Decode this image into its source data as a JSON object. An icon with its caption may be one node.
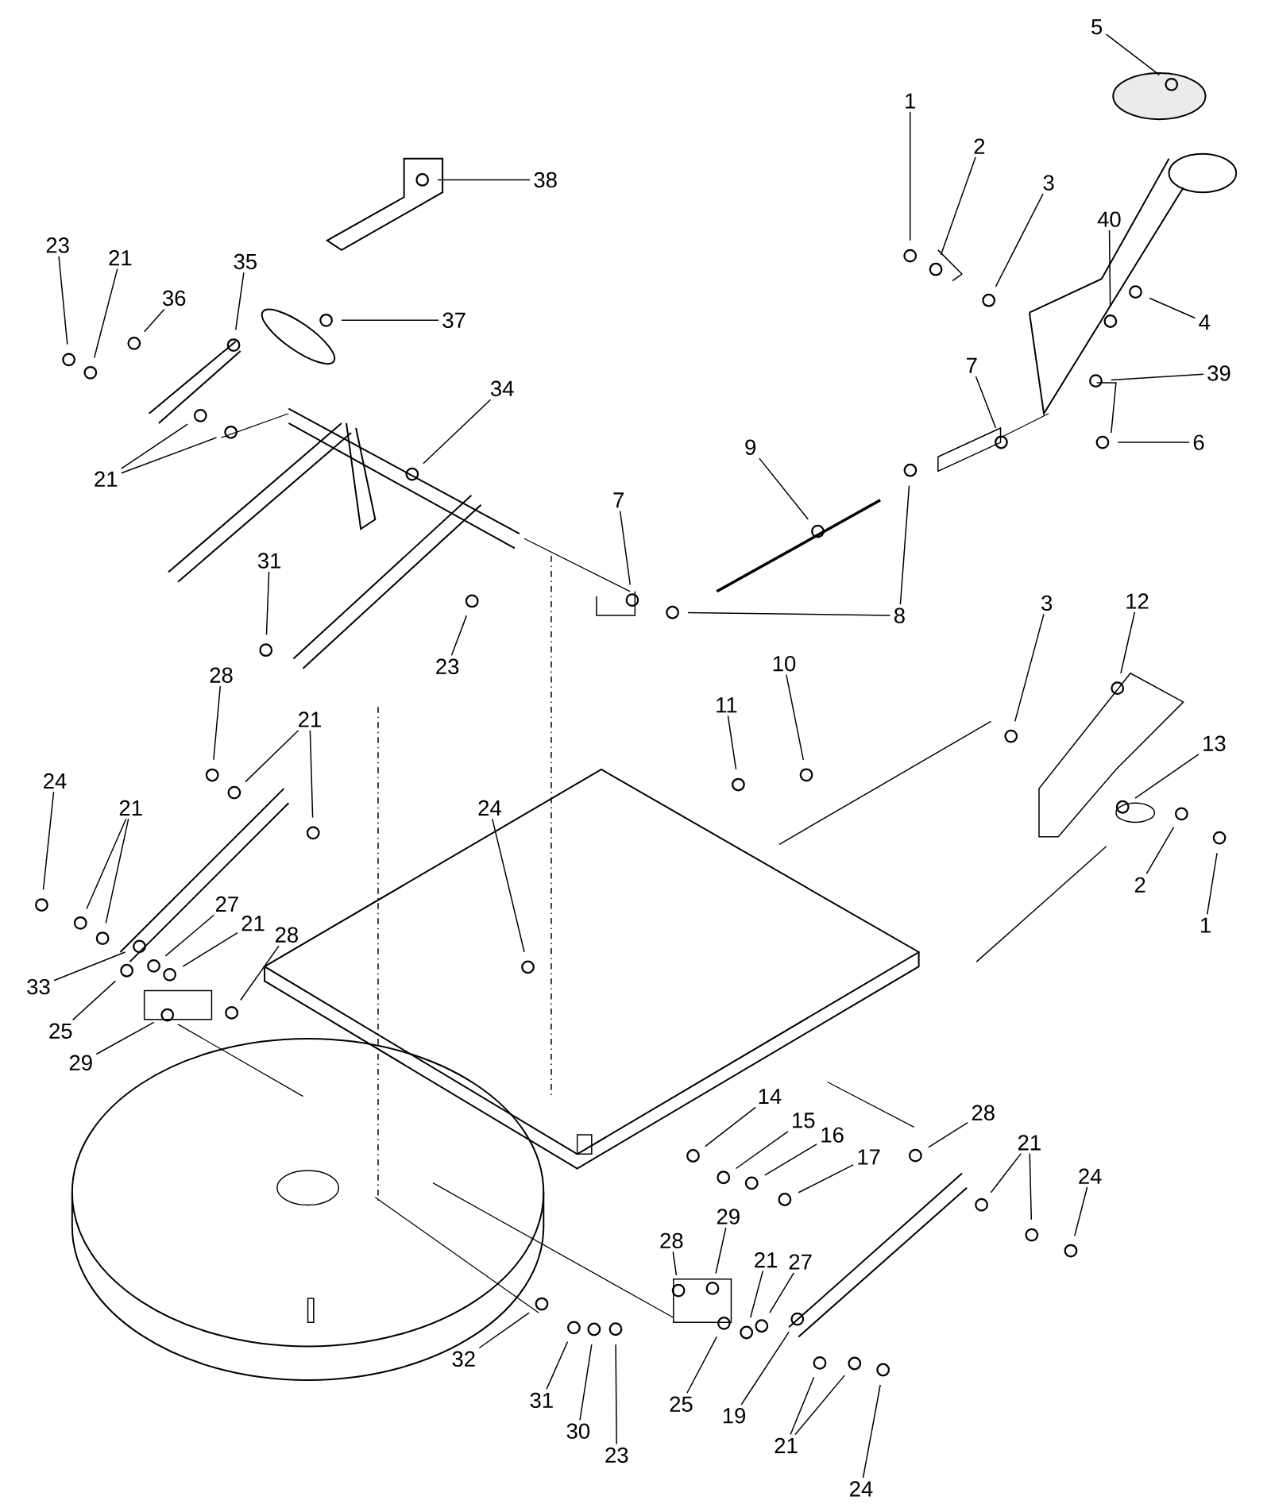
{
  "diagram": {
    "nodes": [
      {
        "text": [
          "5"
        ]
      },
      {
        "text": [
          "1"
        ]
      },
      {
        "text": [
          "38"
        ]
      },
      {
        "text": [
          "2"
        ]
      },
      {
        "text": [
          "3"
        ]
      },
      {
        "text": [
          "40"
        ]
      },
      {
        "text": [
          "23"
        ]
      },
      {
        "text": [
          "21"
        ]
      },
      {
        "text": [
          "35"
        ]
      },
      {
        "text": [
          "36"
        ]
      },
      {
        "text": [
          "37"
        ]
      },
      {
        "text": [
          "4"
        ]
      },
      {
        "text": [
          "39"
        ]
      },
      {
        "text": [
          "34"
        ]
      },
      {
        "text": [
          "7"
        ]
      },
      {
        "text": [
          "6"
        ]
      },
      {
        "text": [
          "9"
        ]
      },
      {
        "text": [
          "21"
        ]
      },
      {
        "text": [
          "31"
        ]
      },
      {
        "text": [
          "7"
        ]
      },
      {
        "text": [
          "8"
        ]
      },
      {
        "text": [
          "3"
        ]
      },
      {
        "text": [
          "12"
        ]
      },
      {
        "text": [
          "10"
        ]
      },
      {
        "text": [
          "23"
        ]
      },
      {
        "text": [
          "28"
        ]
      },
      {
        "text": [
          "11"
        ]
      },
      {
        "text": [
          "21"
        ]
      },
      {
        "text": [
          "13"
        ]
      },
      {
        "text": [
          "24"
        ]
      },
      {
        "text": [
          "21"
        ]
      },
      {
        "text": [
          "24"
        ]
      },
      {
        "text": [
          "2"
        ]
      },
      {
        "text": [
          "27"
        ]
      },
      {
        "text": [
          "21"
        ]
      },
      {
        "text": [
          "1"
        ]
      },
      {
        "text": [
          "28"
        ]
      },
      {
        "text": [
          "33"
        ]
      },
      {
        "text": [
          "25"
        ]
      },
      {
        "text": [
          "29"
        ]
      },
      {
        "text": [
          "14"
        ]
      },
      {
        "text": [
          "28"
        ]
      },
      {
        "text": [
          "15"
        ]
      },
      {
        "text": [
          "16"
        ]
      },
      {
        "text": [
          "21"
        ]
      },
      {
        "text": [
          "17"
        ]
      },
      {
        "text": [
          "24"
        ]
      },
      {
        "text": [
          "29"
        ]
      },
      {
        "text": [
          "28"
        ]
      },
      {
        "text": [
          "21"
        ]
      },
      {
        "text": [
          "27"
        ]
      },
      {
        "text": [
          "32"
        ]
      },
      {
        "text": [
          "31"
        ]
      },
      {
        "text": [
          "25"
        ]
      },
      {
        "text": [
          "19"
        ]
      },
      {
        "text": [
          "30"
        ]
      },
      {
        "text": [
          "21"
        ]
      },
      {
        "text": [
          "23"
        ]
      },
      {
        "text": [
          "24"
        ]
      }
    ],
    "edges": [
      {
        "from": 0,
        "to": null,
        "arrow": "none"
      },
      {
        "from": 1,
        "to": null,
        "arrow": "none"
      },
      {
        "from": 2,
        "to": null,
        "arrow": "none"
      },
      {
        "from": 3,
        "to": null,
        "arrow": "none"
      },
      {
        "from": 4,
        "to": null,
        "arrow": "none"
      },
      {
        "from": 5,
        "to": null,
        "arrow": "none"
      },
      {
        "from": 6,
        "to": null,
        "arrow": "none"
      },
      {
        "from": 7,
        "to": null,
        "arrow": "none"
      },
      {
        "from": 8,
        "to": null,
        "arrow": "none"
      },
      {
        "from": 9,
        "to": null,
        "arrow": "none"
      },
      {
        "from": 10,
        "to": null,
        "arrow": "none"
      },
      {
        "from": 11,
        "to": null,
        "arrow": "none"
      },
      {
        "from": 12,
        "to": null,
        "arrow": "none"
      },
      {
        "from": 13,
        "to": null,
        "arrow": "none"
      },
      {
        "from": 14,
        "to": null,
        "arrow": "none"
      },
      {
        "from": 15,
        "to": null,
        "arrow": "none"
      },
      {
        "from": 16,
        "to": null,
        "arrow": "none"
      },
      {
        "from": 17,
        "to": null,
        "arrow": "none"
      },
      {
        "from": 17,
        "to": null,
        "arrow": "none"
      },
      {
        "from": 18,
        "to": null,
        "arrow": "none"
      },
      {
        "from": 19,
        "to": null,
        "arrow": "none"
      },
      {
        "from": 20,
        "to": null,
        "arrow": "none"
      },
      {
        "from": 20,
        "to": null,
        "arrow": "none"
      },
      {
        "from": 21,
        "to": null,
        "arrow": "none"
      },
      {
        "from": 22,
        "to": null,
        "arrow": "none"
      },
      {
        "from": 23,
        "to": null,
        "arrow": "none"
      },
      {
        "from": 24,
        "to": null,
        "arrow": "none"
      },
      {
        "from": 25,
        "to": null,
        "arrow": "none"
      },
      {
        "from": 26,
        "to": null,
        "arrow": "none"
      },
      {
        "from": 27,
        "to": null,
        "arrow": "none"
      },
      {
        "from": 27,
        "to": null,
        "arrow": "none"
      },
      {
        "from": 28,
        "to": null,
        "arrow": "none"
      },
      {
        "from": 29,
        "to": null,
        "arrow": "none"
      },
      {
        "from": 30,
        "to": null,
        "arrow": "none"
      },
      {
        "from": 30,
        "to": null,
        "arrow": "none"
      },
      {
        "from": 31,
        "to": null,
        "arrow": "none"
      },
      {
        "from": 32,
        "to": null,
        "arrow": "none"
      },
      {
        "from": 33,
        "to": null,
        "arrow": "none"
      },
      {
        "from": 34,
        "to": null,
        "arrow": "none"
      },
      {
        "from": 35,
        "to": null,
        "arrow": "none"
      },
      {
        "from": 36,
        "to": null,
        "arrow": "none"
      },
      {
        "from": 37,
        "to": null,
        "arrow": "none"
      },
      {
        "from": 38,
        "to": null,
        "arrow": "none"
      },
      {
        "from": 39,
        "to": null,
        "arrow": "none"
      },
      {
        "from": 40,
        "to": null,
        "arrow": "none"
      },
      {
        "from": 41,
        "to": null,
        "arrow": "none"
      },
      {
        "from": 42,
        "to": null,
        "arrow": "none"
      },
      {
        "from": 43,
        "to": null,
        "arrow": "none"
      },
      {
        "from": 44,
        "to": null,
        "arrow": "none"
      },
      {
        "from": 44,
        "to": null,
        "arrow": "none"
      },
      {
        "from": 45,
        "to": null,
        "arrow": "none"
      },
      {
        "from": 46,
        "to": null,
        "arrow": "none"
      },
      {
        "from": 47,
        "to": null,
        "arrow": "none"
      },
      {
        "from": 48,
        "to": null,
        "arrow": "none"
      },
      {
        "from": 49,
        "to": null,
        "arrow": "none"
      },
      {
        "from": 50,
        "to": null,
        "arrow": "none"
      },
      {
        "from": 51,
        "to": null,
        "arrow": "none"
      },
      {
        "from": 52,
        "to": null,
        "arrow": "none"
      },
      {
        "from": 53,
        "to": null,
        "arrow": "none"
      },
      {
        "from": 54,
        "to": null,
        "arrow": "none"
      },
      {
        "from": 55,
        "to": null,
        "arrow": "none"
      },
      {
        "from": 56,
        "to": null,
        "arrow": "none"
      },
      {
        "from": 56,
        "to": null,
        "arrow": "none"
      },
      {
        "from": 57,
        "to": null,
        "arrow": "none"
      },
      {
        "from": 58,
        "to": null,
        "arrow": "none"
      }
    ]
  }
}
